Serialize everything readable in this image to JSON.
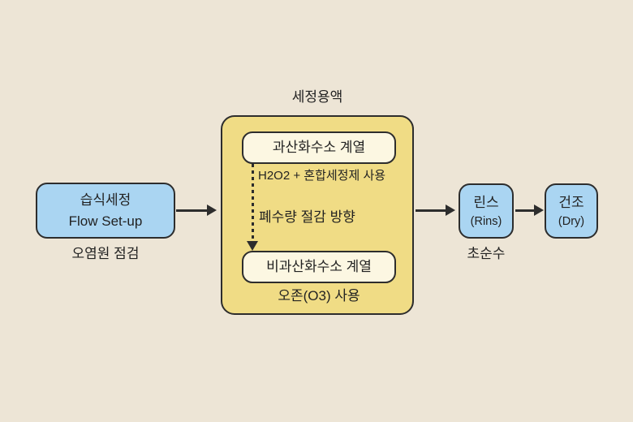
{
  "colors": {
    "bg": "#EDE5D6",
    "blue": "#AAD5F2",
    "yellow": "#F0DC85",
    "cream": "#FCF7E2",
    "border": "#2D2D2D",
    "text": "#222222"
  },
  "diagram": {
    "start_box": {
      "title_ko": "습식세정",
      "title_en": "Flow Set-up",
      "caption": "오염원 점검"
    },
    "cleaning_solution_group": {
      "title": "세정용액",
      "peroxide_box": {
        "label": "과산화수소 계열",
        "note": "H2O2 + 혼합세정제 사용"
      },
      "transition_arrow_label": "폐수량 절감 방향",
      "non_peroxide_box": {
        "label": "비과산화수소 계열",
        "note": "오존(O3) 사용"
      }
    },
    "rinse_box": {
      "title_ko": "린스",
      "title_en": "(Rins)",
      "caption": "초순수"
    },
    "dry_box": {
      "title_ko": "건조",
      "title_en": "(Dry)"
    }
  }
}
